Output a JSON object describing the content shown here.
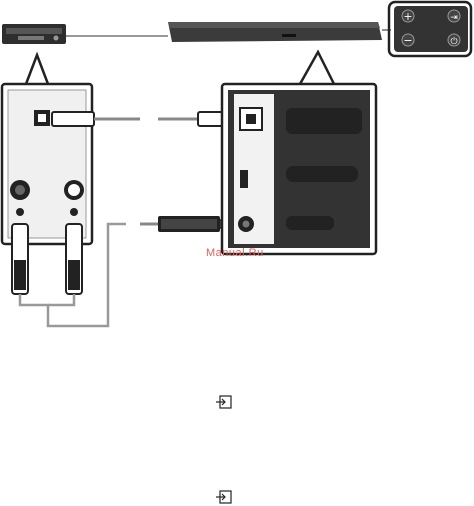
{
  "watermark": {
    "text": "Manual.Ru"
  },
  "remote": {
    "buttons": [
      {
        "name": "plus",
        "glyph": "+"
      },
      {
        "name": "source",
        "glyph": "⇥"
      },
      {
        "name": "minus",
        "glyph": "−"
      },
      {
        "name": "power",
        "glyph": "⏻"
      }
    ]
  },
  "colors": {
    "device": "#3a3a3a",
    "panel_bg": "#ffffff",
    "cable": "#888888",
    "outline": "#2a2a2a"
  },
  "icons": [
    "source-input-icon",
    "source-input-icon"
  ]
}
